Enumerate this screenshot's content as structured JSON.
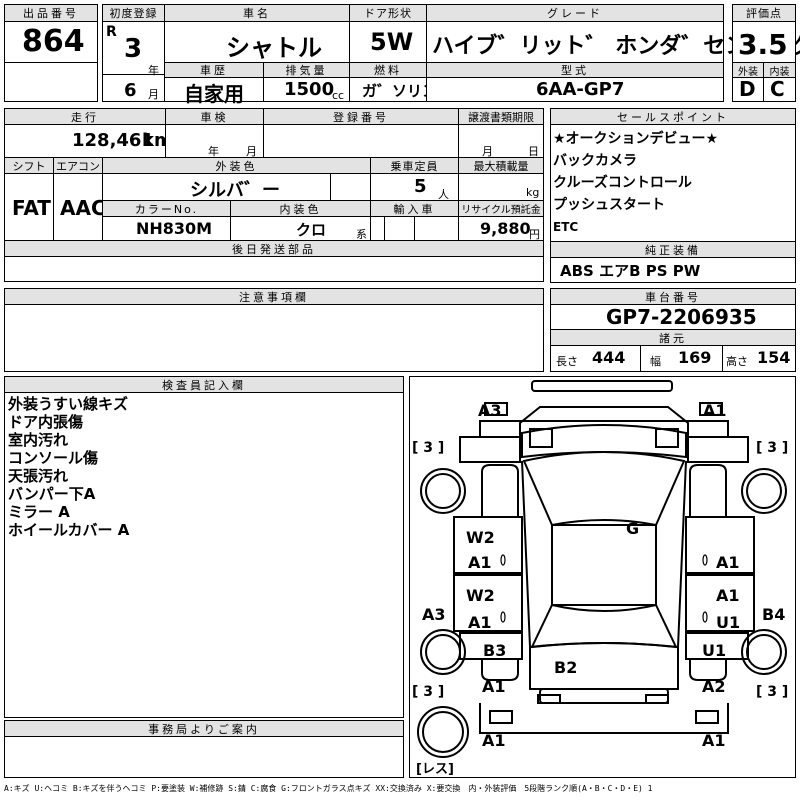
{
  "header": {
    "lot_label": "出品番号",
    "lot_no": "864",
    "first_reg_label": "初度登録",
    "era": "R",
    "reg_year": "3",
    "year_unit": "年",
    "reg_month": "6",
    "month_unit": "月",
    "car_name_label": "車名",
    "car_name": "シャトル",
    "door_label": "ドア形状",
    "door": "5W",
    "grade_label": "グレード",
    "grade": "ハイブ゛リット゛ ホンダ゛センシング゛",
    "score_label": "評価点",
    "score": "3.5",
    "history_label": "車歴",
    "history": "自家用",
    "displacement_label": "排気量",
    "displacement": "1500",
    "displacement_unit": "cc",
    "fuel_label": "燃料",
    "fuel": "ガ゛ソリン",
    "model_label": "型式",
    "model": "6AA-GP7",
    "ext_label": "外装",
    "int_label": "内装",
    "ext_grade": "D",
    "int_grade": "C"
  },
  "info": {
    "mileage_label": "走行",
    "mileage": "128,461",
    "mileage_unit": "km",
    "inspection_label": "車検",
    "insp_year_unit": "年",
    "insp_month_unit": "月",
    "reg_no_label": "登録番号",
    "transfer_label": "譲渡書類期限",
    "transfer_month_unit": "月",
    "transfer_day_unit": "日",
    "shift_label": "シフト",
    "shift": "FAT",
    "ac_label": "エアコン",
    "ac": "AAC",
    "ext_color_label": "外装色",
    "ext_color": "シルバ゛ー",
    "capacity_label": "乗車定員",
    "capacity": "5",
    "capacity_unit": "人",
    "max_load_label": "最大積載量",
    "max_load_unit": "kg",
    "color_no_label": "カラーNo.",
    "color_no": "NH830M",
    "int_color_label": "内装色",
    "int_color": "クロ",
    "int_color_unit": "系",
    "import_label": "輸入車",
    "recycle_label": "リサイクル預託金",
    "recycle": "9,880",
    "recycle_unit": "円",
    "later_parts_label": "後日発送部品",
    "notes_label": "注意事項欄"
  },
  "selling": {
    "label": "セールスポイント",
    "items": [
      "★オークションデビュー★",
      "バックカメラ",
      "クルーズコントロール",
      "プッシュスタート",
      "ETC"
    ]
  },
  "equipment": {
    "label": "純正装備",
    "value": "ABS エアB PS PW"
  },
  "chassis": {
    "label": "車台番号",
    "value": "GP7-2206935",
    "spec_label": "諸元",
    "length_label": "長さ",
    "length": "444",
    "width_label": "幅",
    "width": "169",
    "height_label": "高さ",
    "height": "154"
  },
  "inspector": {
    "label": "検査員記入欄",
    "remarks": [
      "外装うすい線キズ",
      "ドア内張傷",
      "室内汚れ",
      "コンソール傷",
      "天張汚れ",
      "バンパー下A",
      "ミラー A",
      "ホイールカバー A"
    ]
  },
  "office": {
    "label": "事務局よりご案内"
  },
  "diagram": {
    "marks": [
      "A3",
      "A1",
      "W2",
      "A1",
      "W2",
      "A1",
      "G",
      "A1",
      "A1",
      "U1",
      "A3",
      "B4",
      "B3",
      "U1",
      "B2",
      "A1",
      "A2",
      "A1",
      "A1"
    ],
    "tire_marks": [
      "[ 3 ]",
      "[ 3 ]",
      "[ 3 ]",
      "[ 3 ]",
      "[レス]"
    ]
  },
  "legend": "A:キズ U:ヘコミ B:キズを伴うヘコミ P:要塗装 W:補修跡 S:錆 C:腐食 G:フロントガラス点キズ XX:交換済み X:要交換　内・外装評価　5段階ランク順(A・B・C・D・E) 1"
}
